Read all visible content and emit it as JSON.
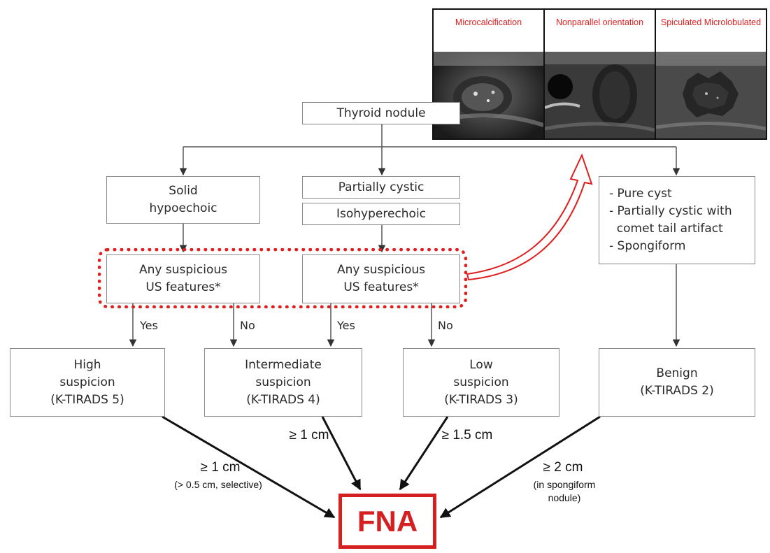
{
  "ultrasound_panel": {
    "headers": [
      [
        "Microcalcification"
      ],
      [
        "Nonparallel",
        "orientation"
      ],
      [
        "Spiculated",
        "Microlobulated"
      ]
    ]
  },
  "nodes": {
    "thyroid_nodule": "Thyroid nodule",
    "solid": [
      "Solid",
      "hypoechoic"
    ],
    "partially_cystic": "Partially cystic",
    "isohyperechoic": "Isohyperechoic",
    "benign_features": [
      "- Pure cyst",
      "- Partially cystic with",
      "  comet tail artifact",
      "- Spongiform"
    ],
    "suspicious_left": [
      "Any suspicious",
      "US features*"
    ],
    "suspicious_right": [
      "Any suspicious",
      "US features*"
    ],
    "high": [
      "High",
      "suspicion",
      "(K-TIRADS 5)"
    ],
    "intermediate": [
      "Intermediate",
      "suspicion",
      "(K-TIRADS 4)"
    ],
    "low": [
      "Low",
      "suspicion",
      "(K-TIRADS 3)"
    ],
    "benign": [
      "Benign",
      "(K-TIRADS 2)"
    ],
    "fna": "FNA"
  },
  "edge_labels": {
    "yes_left": "Yes",
    "no_left": "No",
    "yes_right": "Yes",
    "no_right": "No",
    "high_size": "≥ 1 cm",
    "high_note": "(> 0.5 cm, selective)",
    "intermediate_size": "≥ 1 cm",
    "low_size": "≥ 1.5 cm",
    "benign_size": "≥ 2 cm",
    "benign_note": [
      "(in spongiform",
      "nodule)"
    ]
  },
  "colors": {
    "accent_red": "#e02020",
    "box_border": "#8a8a8a",
    "arrow": "#111111"
  }
}
